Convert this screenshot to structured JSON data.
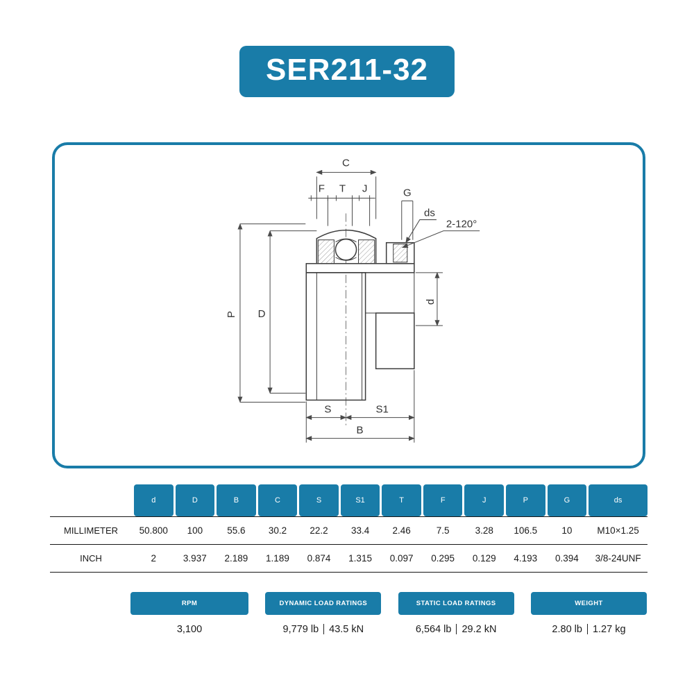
{
  "title": "SER211-32",
  "colors": {
    "accent": "#197CA8",
    "drawing_line": "#3c3c3c"
  },
  "drawing": {
    "labels": {
      "c": "C",
      "f": "F",
      "t": "T",
      "j": "J",
      "g": "G",
      "ds": "ds",
      "screw_angle": "2-120°",
      "p": "P",
      "d_outer": "D",
      "d_bore": "d",
      "s": "S",
      "s1": "S1",
      "b": "B"
    }
  },
  "table": {
    "unit_rows": [
      "MILLIMETER",
      "INCH"
    ],
    "columns": [
      "d",
      "D",
      "B",
      "C",
      "S",
      "S1",
      "T",
      "F",
      "J",
      "P",
      "G",
      "ds"
    ],
    "millimeter": [
      "50.800",
      "100",
      "55.6",
      "30.2",
      "22.2",
      "33.4",
      "2.46",
      "7.5",
      "3.28",
      "106.5",
      "10",
      "M10×1.25"
    ],
    "inch": [
      "2",
      "3.937",
      "2.189",
      "1.189",
      "0.874",
      "1.315",
      "0.097",
      "0.295",
      "0.129",
      "4.193",
      "0.394",
      "3/8-24UNF"
    ]
  },
  "cards": {
    "rpm": {
      "header": "RPM",
      "value": "3,100"
    },
    "dynamic": {
      "header": "DYNAMIC LOAD RATINGS",
      "left": "9,779 lb",
      "right": "43.5 kN"
    },
    "static": {
      "header": "STATIC LOAD RATINGS",
      "left": "6,564 lb",
      "right": "29.2 kN"
    },
    "weight": {
      "header": "WEIGHT",
      "left": "2.80 lb",
      "right": "1.27 kg"
    }
  }
}
